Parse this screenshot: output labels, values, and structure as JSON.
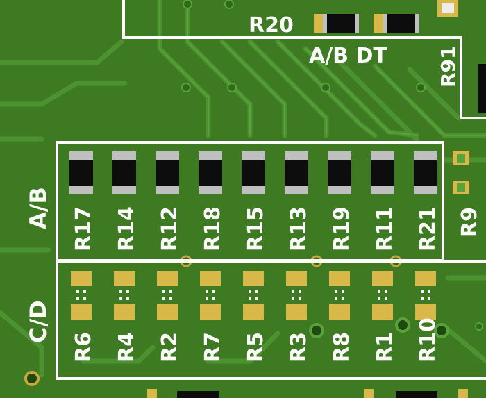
{
  "board": {
    "colors": {
      "substrate": "#3d7a22",
      "trace": "#4c9230",
      "trace_edge": "#5aa23a",
      "silkscreen": "#ffffff",
      "pad": "#d9b84a",
      "resistor_body": "#0d0d0d",
      "resistor_cap": "#bfbfbf",
      "via": "#2f6a1c",
      "via_ring": "#caa640"
    },
    "top_labels": {
      "r20": "R20",
      "ab_dt": "A/B DT",
      "r91": "R91"
    },
    "group_labels": {
      "ab": "A/B",
      "cd": "C/D",
      "r9": "R9"
    },
    "ab_row": [
      "R17",
      "R14",
      "R12",
      "R18",
      "R15",
      "R13",
      "R19",
      "R11",
      "R21"
    ],
    "cd_row": [
      "R6",
      "R4",
      "R2",
      "R7",
      "R5",
      "R3",
      "R8",
      "R1",
      "R10"
    ]
  }
}
